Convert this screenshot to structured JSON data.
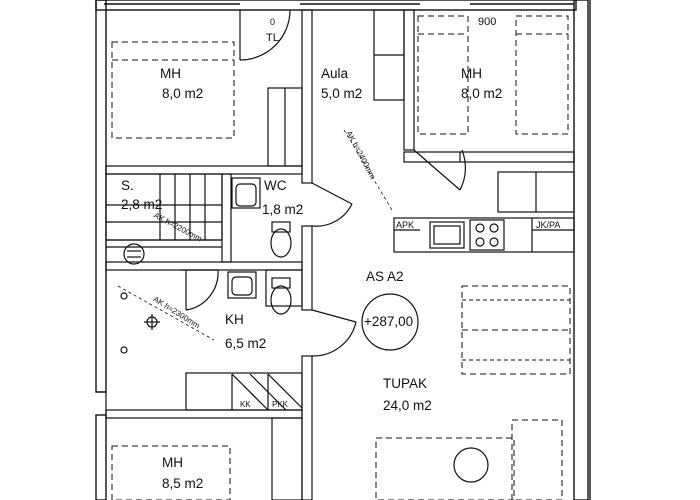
{
  "rooms": {
    "mh_top_left": {
      "name": "MH",
      "area": "8,0 m2"
    },
    "aula": {
      "name": "Aula",
      "area": "5,0 m2"
    },
    "mh_top_right": {
      "name": "MH",
      "area": "8,0 m2"
    },
    "sauna": {
      "name": "S.",
      "area": "2,8 m2"
    },
    "wc": {
      "name": "WC",
      "area": "1,8 m2"
    },
    "kh": {
      "name": "KH",
      "area": "6,5 m2"
    },
    "tupak": {
      "name": "TUPAK",
      "area": "24,0 m2"
    },
    "mh_bottom": {
      "name": "MH",
      "area": "8,5 m2"
    }
  },
  "apartment": {
    "code": "AS A2",
    "elevation": "+287,00"
  },
  "annotations": {
    "tl_zero": "0",
    "tl": "TL",
    "width_900": "900",
    "apk": "APK",
    "jkpa": "JK/PA",
    "kk": "KK",
    "pkk": "PKK",
    "ak_aula": "AK h=2400mm",
    "ak_sauna": "AK h=2200mm",
    "ak_kh": "AK h=2300mm"
  },
  "colors": {
    "line": "#111111",
    "wall_fill": "#ffffff",
    "background": "#ffffff"
  }
}
